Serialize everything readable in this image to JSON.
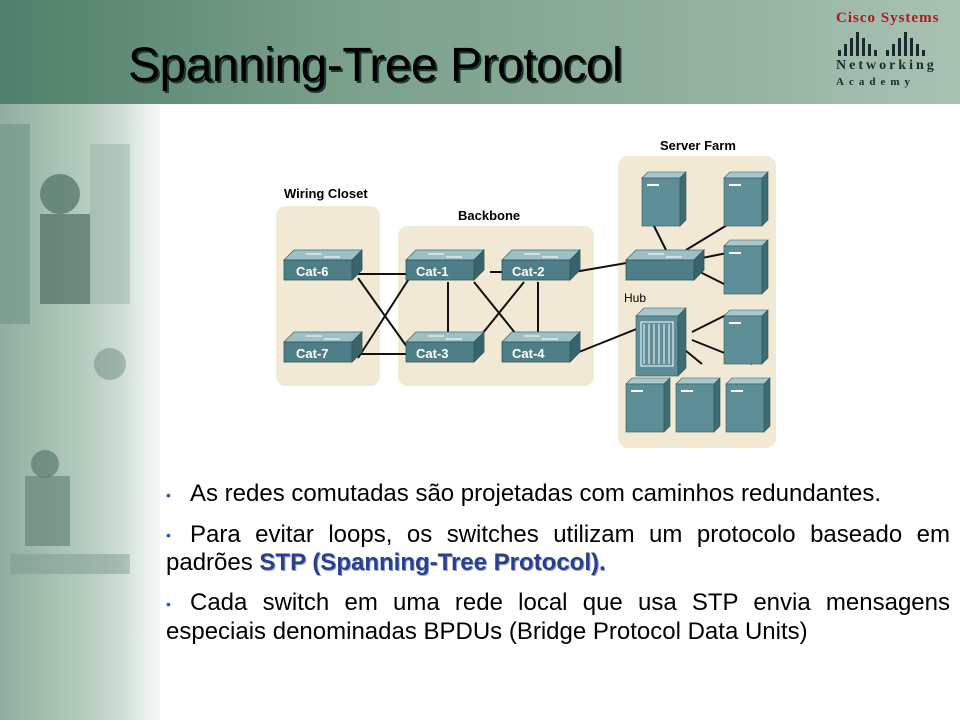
{
  "slide": {
    "title": "Spanning-Tree Protocol"
  },
  "logo": {
    "line1": "Cisco Systems",
    "line2": "Networking",
    "line3": "Academy"
  },
  "diagram": {
    "wiring_closet_label": "Wiring Closet",
    "backbone_label": "Backbone",
    "server_farm_label": "Server Farm",
    "hub_label": "Hub",
    "switches": [
      "Cat-6",
      "Cat-7",
      "Cat-1",
      "Cat-2",
      "Cat-3",
      "Cat-4"
    ],
    "colors": {
      "panel": "#f1e9d3",
      "switch_top": "#7fa7ae",
      "switch_front": "#4d7d86",
      "server": "#5e8f98",
      "line": "#111111"
    }
  },
  "bullets": [
    {
      "text": "As redes comutadas são projetadas com caminhos redundantes."
    },
    {
      "text": "Para evitar loops, os switches utilizam um protocolo baseado em padrões ",
      "emphasis": "STP (Spanning-Tree Protocol)."
    },
    {
      "text": "Cada switch em uma rede local que usa STP envia mensagens especiais denominadas BPDUs (Bridge Protocol Data Units)"
    }
  ]
}
